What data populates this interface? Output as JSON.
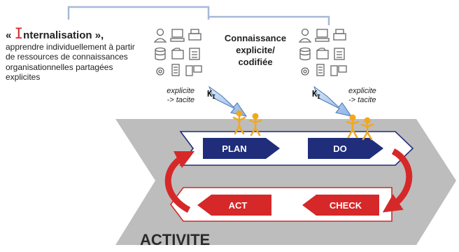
{
  "header": {
    "title_prefix": "« ",
    "title_initial": "I",
    "title_rest": "nternalisation »,",
    "description": "apprendre individuellement à partir de ressources de connaissances organisationnelles partagées explicites"
  },
  "knowledge": {
    "label_line1": "Connaissance",
    "label_line2": "explicite/",
    "label_line3": "codifiée"
  },
  "flows": {
    "left_line1": "explicite",
    "left_line2": "-> tacite",
    "right_line1": "explicite",
    "right_line2": "-> tacite",
    "arrow_letter": "K",
    "arrow_sub": "I"
  },
  "cycle": {
    "plan": "PLAN",
    "do": "DO",
    "check": "CHECK",
    "act": "ACT"
  },
  "footer": {
    "activity": "ACTIVITE"
  },
  "colors": {
    "chevron": "#bdbdbd",
    "band_line": "#1f2d7a",
    "step_blue": "#1f2d7a",
    "step_red": "#d62828",
    "loop_red": "#d62828",
    "person": "#f2a81d",
    "k_arrow": "#a9c8ee",
    "bracket": "#a8b8d8"
  }
}
